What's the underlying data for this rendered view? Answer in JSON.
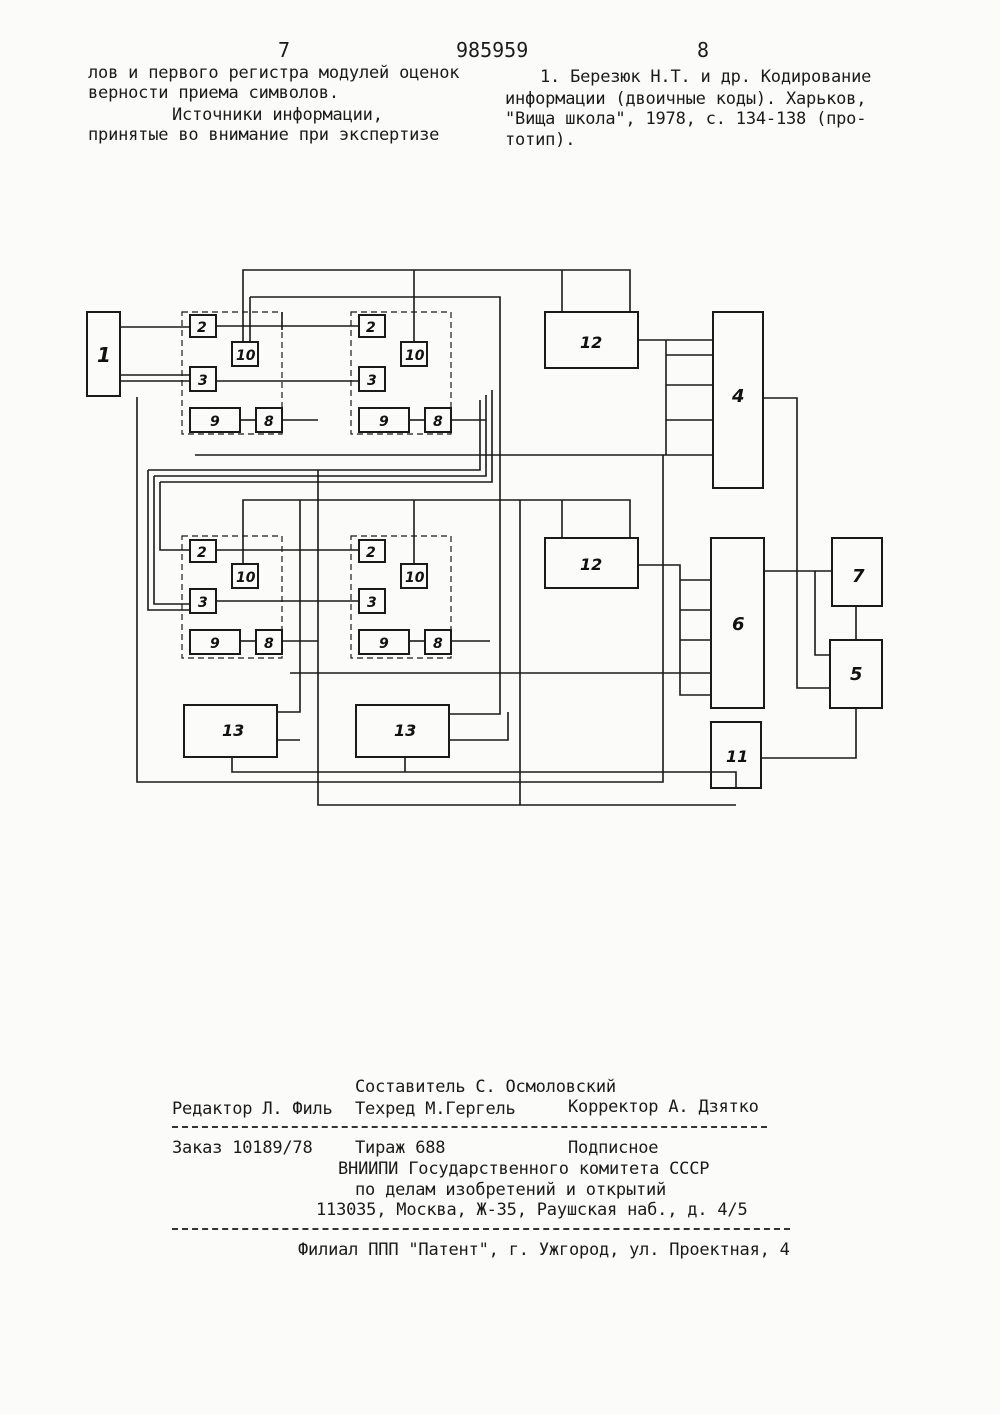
{
  "header": {
    "page_left": "7",
    "patent_number": "985959",
    "page_right": "8"
  },
  "left_column": [
    "лов и первого регистра модулей оценок",
    "верности приема символов.",
    "Источники информации,",
    "принятые во внимание при экспертизе"
  ],
  "right_column": [
    "1. Березюк Н.Т. и др. Кодирование",
    "информации (двоичные коды). Харьков,",
    "\"Вища школа\", 1978, с. 134-138 (про-",
    "тотип)."
  ],
  "schematic_labels": {
    "source": "1",
    "register": "2",
    "element3": "3",
    "block4": "4",
    "block5": "5",
    "block6": "6",
    "block7": "7",
    "element8": "8",
    "element9": "9",
    "element10": "10",
    "block11": "11",
    "block12": "12",
    "block13": "13"
  },
  "footer": {
    "composer": "Составитель С. Осмоловский",
    "editor": "Редактор Л. Филь",
    "techred": "Техред М.Гергель",
    "corrector": "Корректор А. Дзятко",
    "order": "Заказ 10189/78",
    "circulation": "Тираж 688",
    "subscription": "Подписное",
    "org_line1": "ВНИИПИ Государственного комитета СССР",
    "org_line2": "по делам изобретений и открытий",
    "address": "113035, Москва, Ж-35, Раушская наб., д. 4/5",
    "branch": "Филиал ППП \"Патент\", г. Ужгород, ул. Проектная, 4"
  }
}
